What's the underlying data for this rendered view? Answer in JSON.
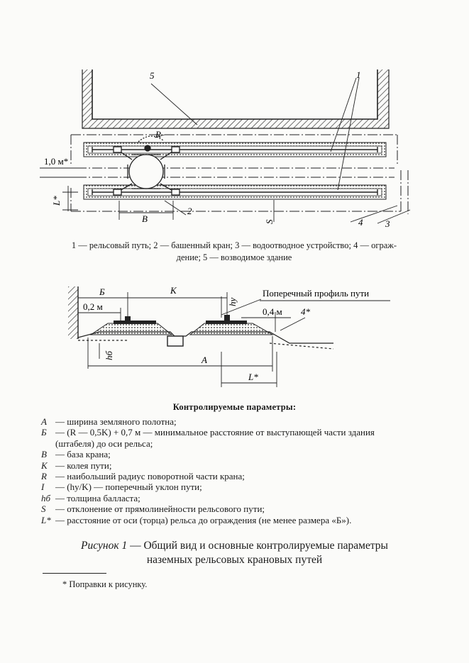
{
  "figure_top": {
    "labels": {
      "num5": "5",
      "num1": "1",
      "R": "R",
      "dim_1m": "1,0 м*",
      "L_star": "L*",
      "B": "B",
      "num2": "2",
      "S": "S",
      "num4": "4",
      "num3": "3"
    },
    "legend": "1 — рельсовый путь; 2 — башенный кран; 3 — водоотводное устройство; 4 — ограждение; 5 — возводимое здание",
    "legend_lines": [
      "1 — рельсовый путь; 2 — башенный кран; 3 — водоотводное устройство; 4 — ограж-",
      "дение; 5 — возводимое здание"
    ]
  },
  "figure_section": {
    "labels": {
      "B_cyr": "Б",
      "K": "K",
      "dim_02": "0,2 м",
      "h_y": "hу",
      "profile": "Поперечный профиль пути",
      "dim_04": "0,4 м",
      "num4star": "4*",
      "h_b": "hб",
      "A": "A",
      "L_star": "L*"
    }
  },
  "params": {
    "title": "Контролируемые параметры:",
    "items": [
      {
        "sym": "A",
        "text": "— ширина земляного полотна;"
      },
      {
        "sym": "Б",
        "text": "— (R — 0,5K) + 0,7 м — минимальное расстояние от выступающей части здания"
      },
      {
        "sym": "",
        "text": "(штабеля) до оси рельса;"
      },
      {
        "sym": "B",
        "text": "— база крана;"
      },
      {
        "sym": "K",
        "text": "— колея пути;"
      },
      {
        "sym": "R",
        "text": "— наибольший радиус поворотной части крана;"
      },
      {
        "sym": "I",
        "text": "— (hу/K) — поперечный уклон пути;"
      },
      {
        "sym": "hб",
        "text": "— толщина балласта;"
      },
      {
        "sym": "S",
        "text": "— отклонение от прямолинейности рельсового пути;"
      },
      {
        "sym": "L*",
        "text": "— расстояние от оси (торца) рельса до ограждения (не менее размера «Б»)."
      }
    ]
  },
  "caption": {
    "prefix": "Рисунок 1",
    "line1": " — Общий вид и основные контролируемые параметры",
    "line2": "наземных рельсовых крановых путей"
  },
  "footnote": "* Поправки к рисунку."
}
